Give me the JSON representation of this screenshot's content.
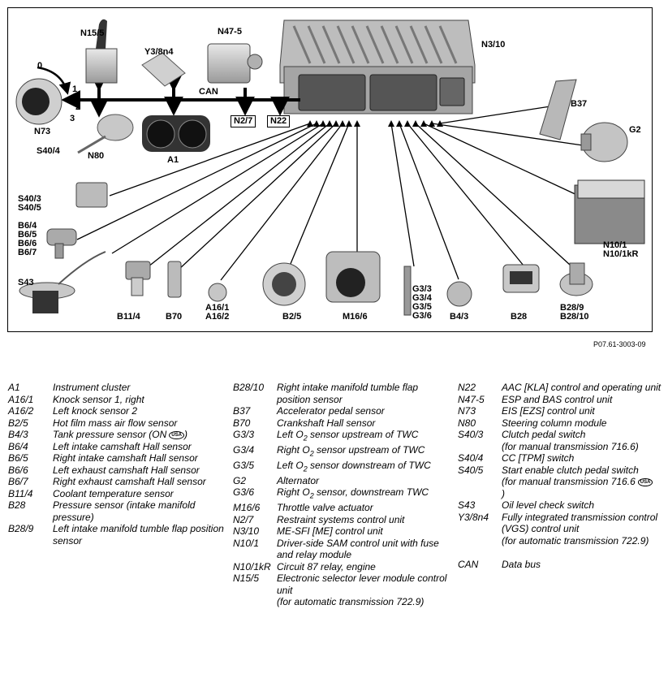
{
  "diagram": {
    "labels": {
      "N15_5": "N15/5",
      "Y3_8n4": "Y3/8n4",
      "N47_5": "N47-5",
      "N3_10": "N3/10",
      "B37": "B37",
      "G2": "G2",
      "CAN": "CAN",
      "N2_7": "N2/7",
      "N22": "N22",
      "N73": "N73",
      "S40_4": "S40/4",
      "N80": "N80",
      "A1": "A1",
      "S40_3": "S40/3\nS40/5",
      "B6": "B6/4\nB6/5\nB6/6\nB6/7",
      "S43": "S43",
      "B11_4": "B11/4",
      "B70": "B70",
      "A16": "A16/1\nA16/2",
      "B2_5": "B2/5",
      "M16_6": "M16/6",
      "G3": "G3/3\nG3/4\nG3/5\nG3/6",
      "B4_3": "B4/3",
      "B28": "B28",
      "B28_9": "B28/9\nB28/10",
      "N10": "N10/1\nN10/1kR",
      "key0": "0",
      "key1": "1",
      "key2": "2",
      "key3": "3"
    }
  },
  "figure_id": "P07.61-3003-09",
  "legend": {
    "col1": [
      {
        "code": "A1",
        "desc": "Instrument cluster"
      },
      {
        "code": "A16/1",
        "desc": "Knock sensor 1, right"
      },
      {
        "code": "A16/2",
        "desc": "Left knock sensor 2"
      },
      {
        "code": "B2/5",
        "desc": "Hot film mass air flow sensor"
      },
      {
        "code": "B4/3",
        "desc": "Tank pressure sensor (ON",
        "badge": "USA",
        "after": ")"
      },
      {
        "code": "B6/4",
        "desc": "Left intake camshaft Hall sensor"
      },
      {
        "code": "B6/5",
        "desc": "Right intake camshaft Hall sensor"
      },
      {
        "code": "B6/6",
        "desc": "Left exhaust camshaft Hall sensor"
      },
      {
        "code": "B6/7",
        "desc": "Right exhaust camshaft Hall sensor"
      },
      {
        "code": "B11/4",
        "desc": "Coolant temperature sensor"
      },
      {
        "code": "B28",
        "desc": "Pressure sensor (intake manifold pressure)"
      },
      {
        "code": "B28/9",
        "desc": "Left intake manifold tumble flap position sensor"
      }
    ],
    "col2": [
      {
        "code": "B28/10",
        "desc": "Right intake manifold tumble flap position sensor"
      },
      {
        "code": "B37",
        "desc": "Accelerator pedal sensor"
      },
      {
        "code": "B70",
        "desc": "Crankshaft Hall sensor"
      },
      {
        "code": "G3/3",
        "pre": "Left O",
        "sub": "2",
        "post": " sensor upstream of TWC"
      },
      {
        "code": "G3/4",
        "pre": "Right O",
        "sub": "2",
        "post": " sensor upstream of TWC"
      },
      {
        "code": "G3/5",
        "pre": "Left O",
        "sub": "2",
        "post": " sensor downstream of TWC"
      },
      {
        "code": "G2",
        "desc": "Alternator"
      },
      {
        "code": "G3/6",
        "pre": "Right O",
        "sub": "2",
        "post": " sensor, downstream TWC"
      },
      {
        "code": "M16/6",
        "desc": "Throttle valve actuator"
      },
      {
        "code": "N2/7",
        "desc": "Restraint systems control unit"
      },
      {
        "code": "N3/10",
        "desc": "ME-SFI [ME] control unit"
      },
      {
        "code": "N10/1",
        "desc": "Driver-side SAM control unit with fuse and relay module"
      },
      {
        "code": "N10/1kR",
        "desc": "Circuit 87 relay, engine"
      },
      {
        "code": "N15/5",
        "desc": "Electronic selector lever module control unit\n(for automatic transmission 722.9)"
      }
    ],
    "col3": [
      {
        "code": "N22",
        "desc": "AAC [KLA] control and operating unit"
      },
      {
        "code": "N47-5",
        "desc": "ESP and BAS control unit"
      },
      {
        "code": "N73",
        "desc": "EIS [EZS] control unit"
      },
      {
        "code": "N80",
        "desc": "Steering column module"
      },
      {
        "code": "S40/3",
        "desc": "Clutch pedal switch\n(for manual transmission 716.6)"
      },
      {
        "code": "S40/4",
        "desc": "CC [TPM] switch"
      },
      {
        "code": "S40/5",
        "desc": "Start enable clutch pedal switch\n(for manual transmission 716.6",
        "badge": "USA",
        "after": "\n)"
      },
      {
        "code": "S43",
        "desc": "Oil level check switch"
      },
      {
        "code": "Y3/8n4",
        "desc": "Fully integrated transmission control (VGS) control unit\n(for automatic transmission 722.9)"
      },
      {
        "code": "",
        "desc": ""
      },
      {
        "code": "CAN",
        "desc": "Data bus"
      }
    ]
  }
}
